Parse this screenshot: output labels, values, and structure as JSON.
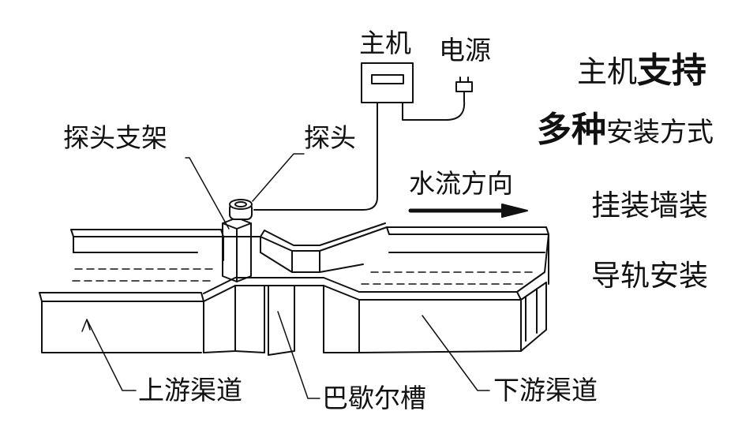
{
  "diagram": {
    "labels": {
      "host": "主机",
      "power": "电源",
      "probe_bracket": "探头支架",
      "probe": "探头",
      "flow_direction": "水流方向",
      "upstream_channel": "上游渠道",
      "parshall_flume": "巴歇尔槽",
      "downstream_channel": "下游渠道"
    }
  },
  "sidebar": {
    "line1_regular": "主机",
    "line1_bold": "支持",
    "line2_bold": "多种",
    "line2_regular": "安装方式",
    "option1": "挂装墙装",
    "option2": "导轨安装"
  }
}
